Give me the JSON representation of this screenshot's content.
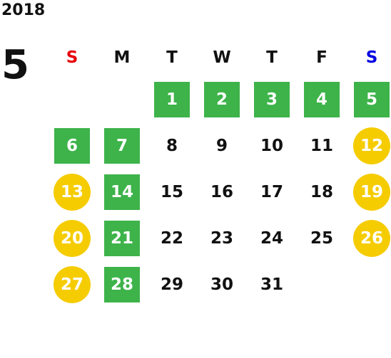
{
  "calendar": {
    "year": "2018",
    "month": "5",
    "weekdays": [
      {
        "label": "S",
        "color": "#e8000b"
      },
      {
        "label": "M",
        "color": "#111111"
      },
      {
        "label": "T",
        "color": "#111111"
      },
      {
        "label": "W",
        "color": "#111111"
      },
      {
        "label": "T",
        "color": "#111111"
      },
      {
        "label": "F",
        "color": "#111111"
      },
      {
        "label": "S",
        "color": "#0000e0"
      }
    ],
    "first_weekday_index": 2,
    "days": [
      {
        "label": "1",
        "style": "green"
      },
      {
        "label": "2",
        "style": "green"
      },
      {
        "label": "3",
        "style": "green"
      },
      {
        "label": "4",
        "style": "green"
      },
      {
        "label": "5",
        "style": "green"
      },
      {
        "label": "6",
        "style": "green"
      },
      {
        "label": "7",
        "style": "green"
      },
      {
        "label": "8",
        "style": "plain"
      },
      {
        "label": "9",
        "style": "plain"
      },
      {
        "label": "10",
        "style": "plain"
      },
      {
        "label": "11",
        "style": "plain"
      },
      {
        "label": "12",
        "style": "yellow"
      },
      {
        "label": "13",
        "style": "yellow"
      },
      {
        "label": "14",
        "style": "green"
      },
      {
        "label": "15",
        "style": "plain"
      },
      {
        "label": "16",
        "style": "plain"
      },
      {
        "label": "17",
        "style": "plain"
      },
      {
        "label": "18",
        "style": "plain"
      },
      {
        "label": "19",
        "style": "yellow"
      },
      {
        "label": "20",
        "style": "yellow"
      },
      {
        "label": "21",
        "style": "green"
      },
      {
        "label": "22",
        "style": "plain"
      },
      {
        "label": "23",
        "style": "plain"
      },
      {
        "label": "24",
        "style": "plain"
      },
      {
        "label": "25",
        "style": "plain"
      },
      {
        "label": "26",
        "style": "yellow"
      },
      {
        "label": "27",
        "style": "yellow"
      },
      {
        "label": "28",
        "style": "green"
      },
      {
        "label": "29",
        "style": "plain"
      },
      {
        "label": "30",
        "style": "plain"
      },
      {
        "label": "31",
        "style": "plain"
      }
    ]
  }
}
